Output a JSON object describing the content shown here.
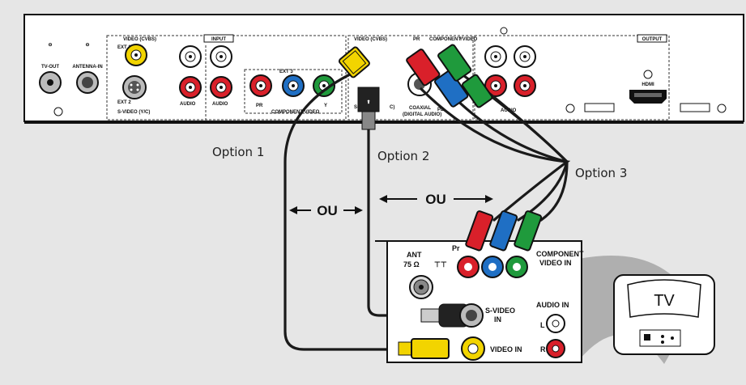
{
  "player_panel": {
    "tv_out": "TV-OUT",
    "antenna_in": "ANTENNA-IN",
    "input": "INPUT",
    "output": "OUTPUT",
    "video_cvbs": "VIDEO (CVBS)",
    "ext1": "EXT 1",
    "ext2": "EXT 2",
    "ext3": "EXT 3",
    "s_video_yc": "S-VIDEO (Y/C)",
    "s_video_short": "S-",
    "c_short": "C)",
    "audio": "AUDIO",
    "component_video": "COMPONENT VIDEO",
    "pr": "PR",
    "pb": "PB",
    "y": "Y",
    "coaxial": "COAXIAL",
    "digital_audio": "(DIGITAL AUDIO)",
    "hdmi": "HDMI"
  },
  "options": {
    "option1": "Option 1",
    "option2": "Option 2",
    "option3": "Option 3",
    "ou": "OU"
  },
  "tv_panel": {
    "ant": "ANT",
    "ohm": "75 Ω",
    "pr": "Pr",
    "component_video_line1": "COMPONENT",
    "component_video_line2": "VIDEO IN",
    "s_video_in_line1": "S-VIDEO",
    "s_video_in_line2": "IN",
    "audio_in": "AUDIO IN",
    "l": "L",
    "r": "R",
    "video_in": "VIDEO IN"
  },
  "tv": {
    "label": "TV"
  },
  "colors": {
    "yellow": "#f2d400",
    "red": "#d9202a",
    "blue": "#1f6fc4",
    "green": "#1f9a3c",
    "cable": "#1a1a1a"
  }
}
